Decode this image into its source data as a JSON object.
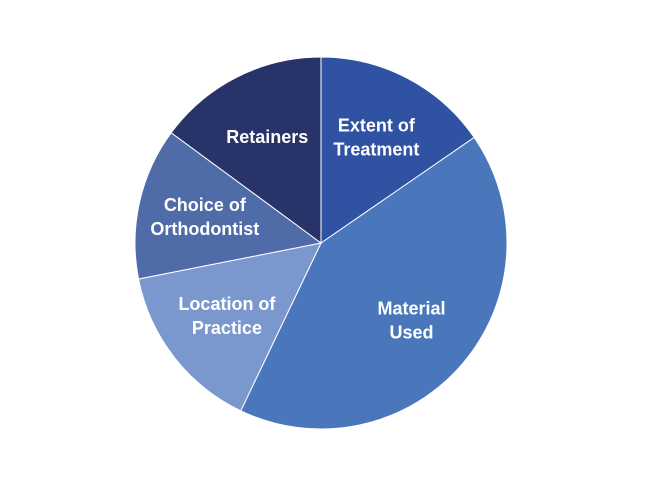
{
  "chart_data": {
    "type": "pie",
    "start_angle_deg": 0,
    "direction": "clockwise",
    "slices": [
      {
        "label": "Extent of Treatment",
        "label_lines": [
          "Extent of",
          "Treatment"
        ],
        "value": 15.4,
        "color": "#3052A3"
      },
      {
        "label": "Material Used",
        "label_lines": [
          "Material",
          "Used"
        ],
        "value": 41.7,
        "color": "#4A77BC"
      },
      {
        "label": "Location of Practice",
        "label_lines": [
          "Location of",
          "Practice"
        ],
        "value": 14.8,
        "color": "#7A98CE"
      },
      {
        "label": "Choice of Orthodontist",
        "label_lines": [
          "Choice of",
          "Orthodontist"
        ],
        "value": 13.2,
        "color": "#4F6BA8"
      },
      {
        "label": "Retainers",
        "label_lines": [
          "Retainers"
        ],
        "value": 14.9,
        "color": "#283469"
      }
    ]
  }
}
